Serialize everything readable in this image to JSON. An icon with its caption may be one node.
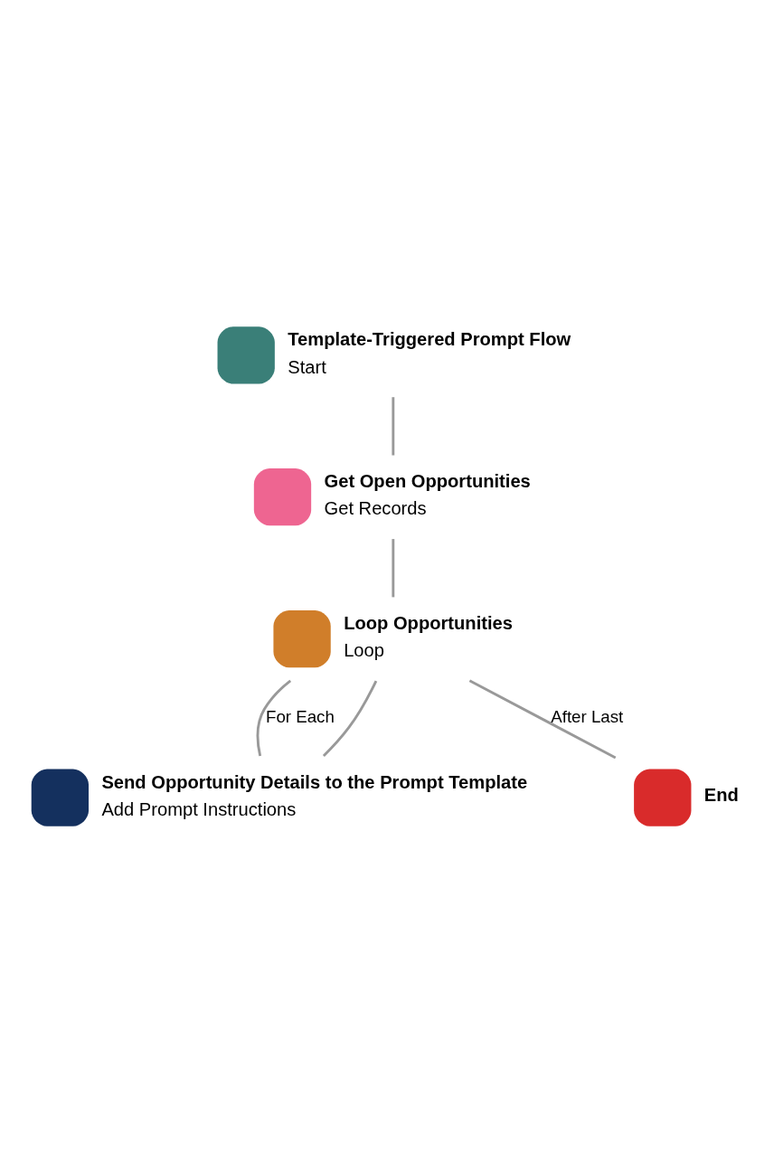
{
  "diagram": {
    "nodes": [
      {
        "text": [
          "Template-Triggered Prompt Flow",
          "Start"
        ]
      },
      {
        "text": [
          "Get Open Opportunities",
          "Get Records"
        ]
      },
      {
        "text": [
          "Loop Opportunities",
          "Loop"
        ]
      },
      {
        "text": [
          "Send Opportunity Details to the Prompt Template",
          "Add Prompt Instructions"
        ]
      },
      {
        "text": [
          "End"
        ]
      }
    ],
    "edges": [
      {
        "from": 0,
        "to": 1,
        "arrow": "none"
      },
      {
        "from": 1,
        "to": 2,
        "arrow": "none"
      },
      {
        "from": 2,
        "to": 3,
        "arrow": "none",
        "label": "For Each"
      },
      {
        "from": 3,
        "to": 2,
        "arrow": "none"
      },
      {
        "from": 2,
        "to": 4,
        "arrow": "none",
        "label": "After Last"
      }
    ]
  }
}
